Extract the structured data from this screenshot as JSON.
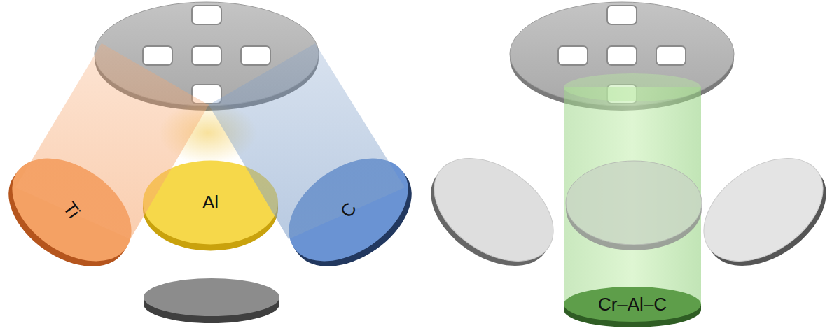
{
  "diagram": {
    "nodes": [
      {
        "text": [
          "Ti"
        ]
      },
      {
        "text": [
          "Al"
        ]
      },
      {
        "text": [
          "C"
        ]
      },
      {
        "text": [
          "Cr–Al–C"
        ]
      }
    ]
  }
}
